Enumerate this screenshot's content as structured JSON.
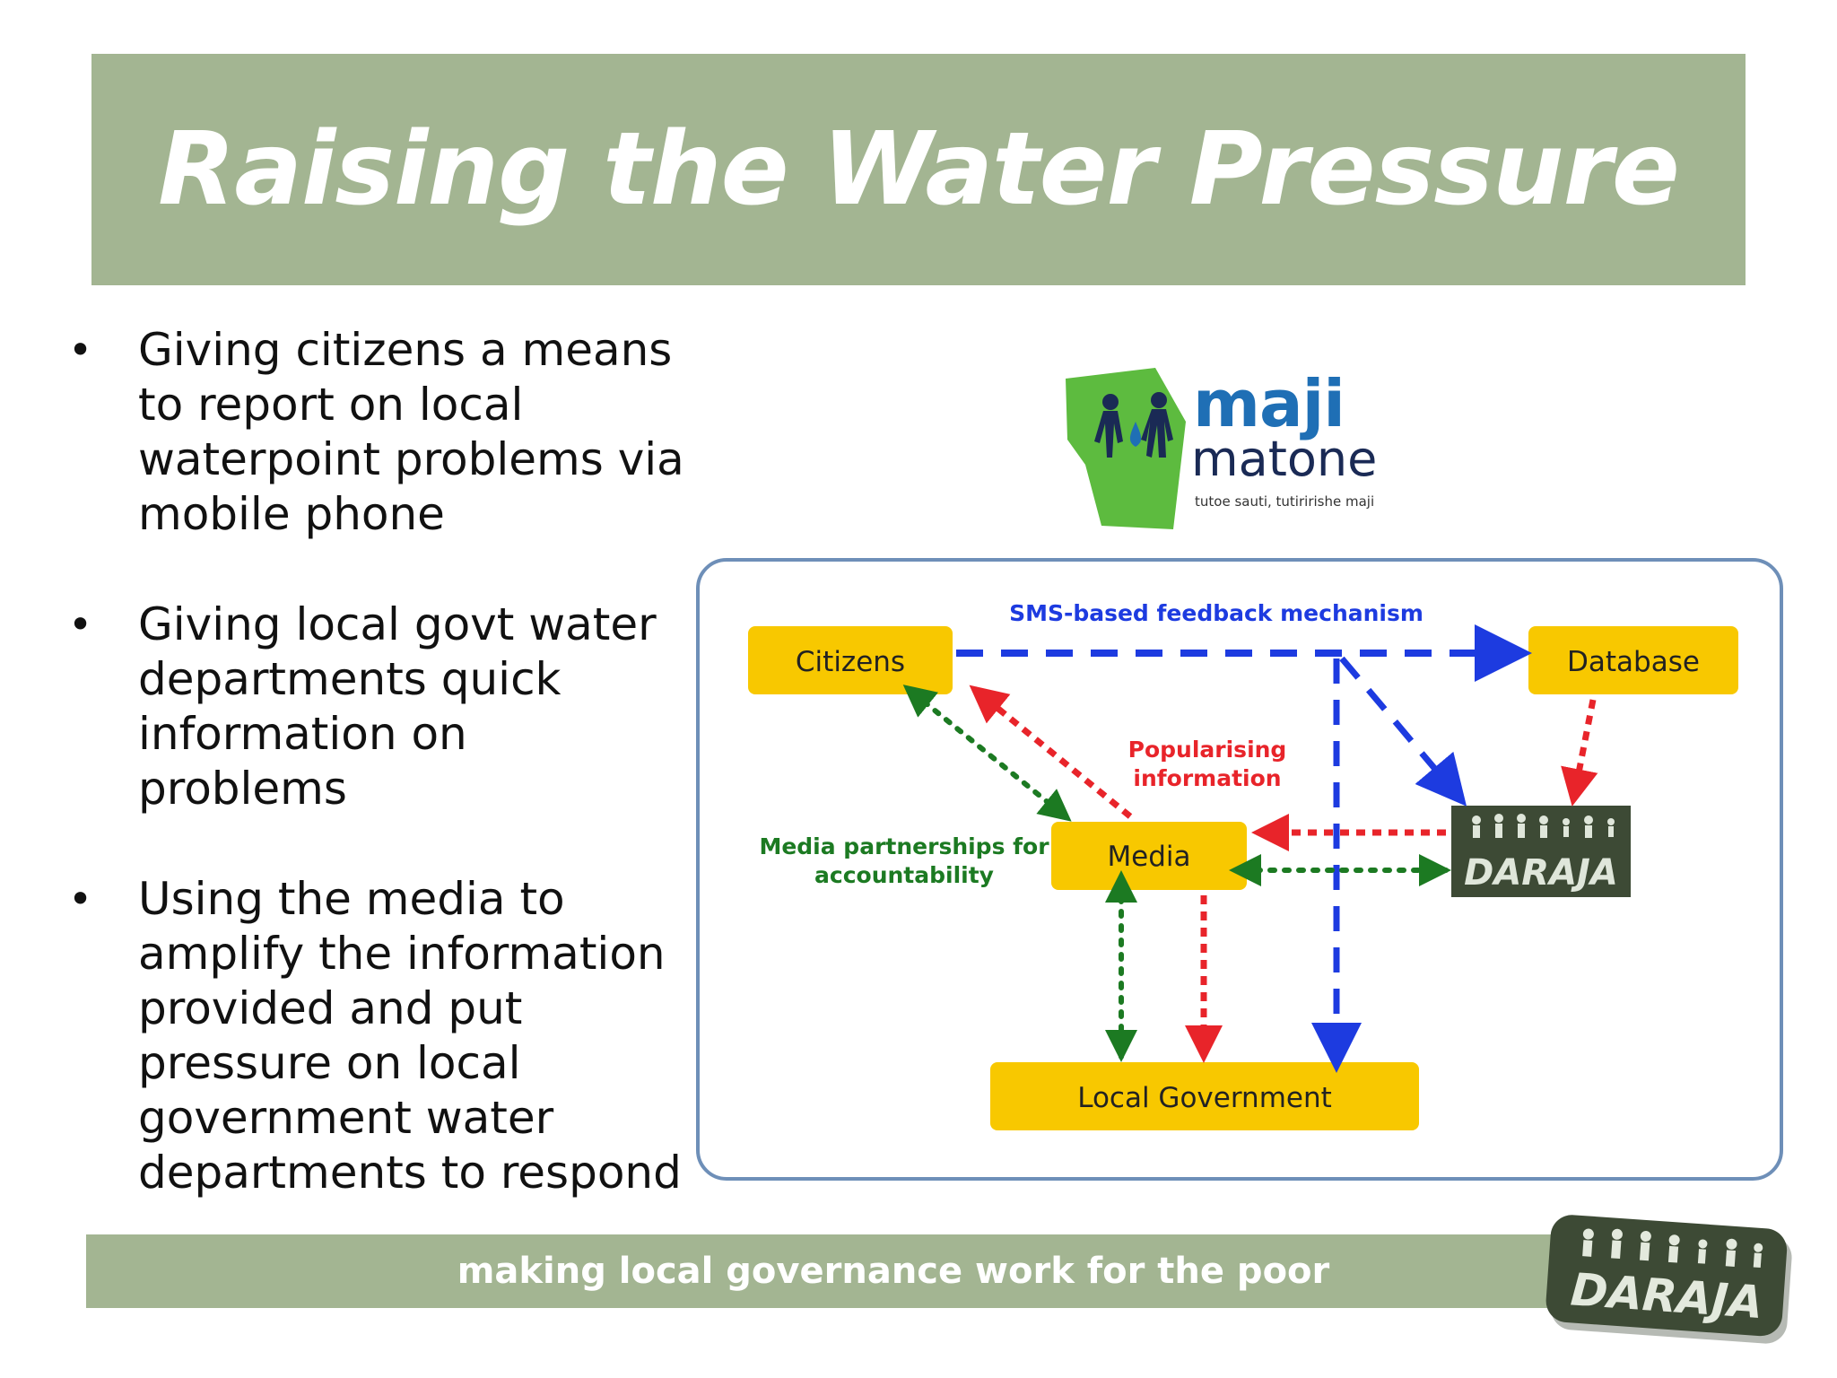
{
  "slide": {
    "title": "Raising the Water Pressure",
    "bullets": [
      [
        "Giving citizens a means",
        "to report on local",
        "waterpoint problems via",
        "mobile phone"
      ],
      [
        "Giving local govt water",
        "departments quick",
        "information on",
        "problems"
      ],
      [
        "Using the media to",
        "amplify the information",
        "provided and put",
        "pressure on local",
        "government water",
        "departments to respond"
      ]
    ],
    "footer": "making local governance work for the poor"
  },
  "logo": {
    "maji": "maji",
    "matone": "matone",
    "tagline": "tutoe sauti, tutiririshe maji"
  },
  "diagram": {
    "nodes": {
      "citizens": "Citizens",
      "database": "Database",
      "media": "Media",
      "local_government": "Local Government",
      "daraja": "DARAJA"
    },
    "annotations": {
      "sms_feedback": "SMS-based feedback mechanism",
      "popularising_line1": "Popularising",
      "popularising_line2": "information",
      "media_partnerships_line1": "Media partnerships for",
      "media_partnerships_line2": "accountability"
    }
  },
  "colors": {
    "band": "#a3b592",
    "node_fill": "#f8c800",
    "blue_arrow": "#1d3be0",
    "red_arrow": "#e8242a",
    "green_arrow": "#1c7a22",
    "daraja_box": "#3d4a35",
    "logo_green": "#5dbb3f"
  }
}
